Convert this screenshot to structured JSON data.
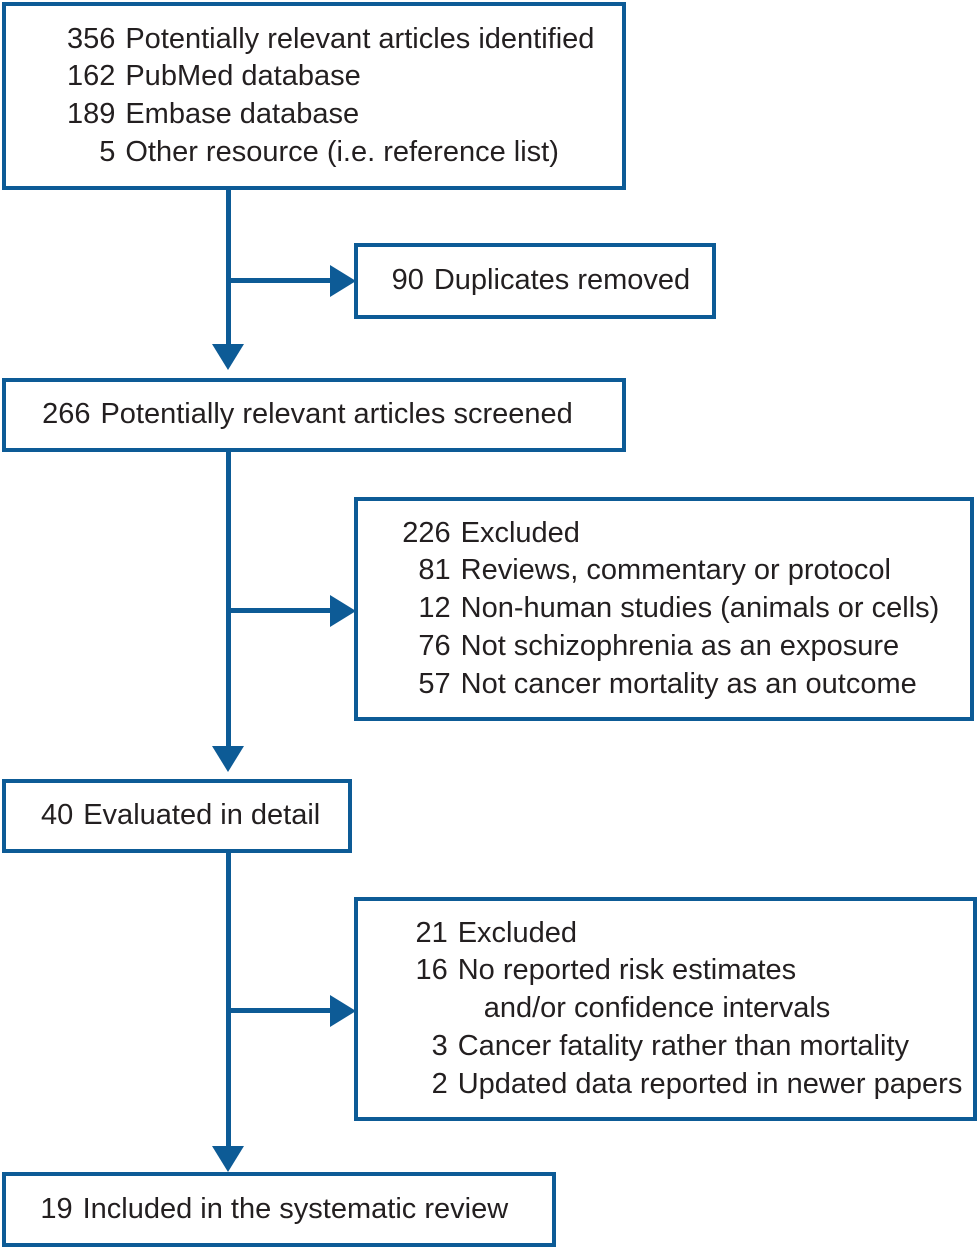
{
  "diagram": {
    "type": "prisma-flow-diagram",
    "accent_color": "#0d5b96",
    "text_color": "#231f20",
    "background_color": "#ffffff",
    "nodes": [
      {
        "id": "identified",
        "lines": [
          {
            "num": "356",
            "text": "Potentially relevant articles identified",
            "indent": 0
          },
          {
            "num": "162",
            "text": "PubMed database",
            "indent": 1
          },
          {
            "num": "189",
            "text": "Embase database",
            "indent": 1
          },
          {
            "num": "5",
            "text": "Other resource (i.e. reference list)",
            "indent": 1
          }
        ]
      },
      {
        "id": "duplicates",
        "lines": [
          {
            "num": "90",
            "text": "Duplicates removed",
            "indent": 0
          }
        ]
      },
      {
        "id": "screened",
        "lines": [
          {
            "num": "266",
            "text": "Potentially relevant articles screened",
            "indent": 0
          }
        ]
      },
      {
        "id": "excluded-screening",
        "lines": [
          {
            "num": "226",
            "text": "Excluded",
            "indent": 0
          },
          {
            "num": "81",
            "text": "Reviews, commentary or protocol",
            "indent": 1
          },
          {
            "num": "12",
            "text": "Non-human studies (animals or cells)",
            "indent": 1
          },
          {
            "num": "76",
            "text": "Not schizophrenia as an exposure",
            "indent": 1
          },
          {
            "num": "57",
            "text": "Not cancer mortality as an outcome",
            "indent": 1
          }
        ]
      },
      {
        "id": "evaluated",
        "lines": [
          {
            "num": "40",
            "text": "Evaluated in detail",
            "indent": 0
          }
        ]
      },
      {
        "id": "excluded-eligibility",
        "lines": [
          {
            "num": "21",
            "text": "Excluded",
            "indent": 0
          },
          {
            "num": "16",
            "text": "No reported risk estimates",
            "indent": 1
          },
          {
            "num": "",
            "text": "and/or confidence intervals",
            "indent": 1,
            "continuation": true
          },
          {
            "num": "3",
            "text": "Cancer fatality rather than mortality",
            "indent": 1
          },
          {
            "num": "2",
            "text": "Updated data reported in newer papers",
            "indent": 1
          }
        ]
      },
      {
        "id": "included",
        "lines": [
          {
            "num": "19",
            "text": "Included in the systematic review",
            "indent": 0
          }
        ]
      }
    ]
  }
}
